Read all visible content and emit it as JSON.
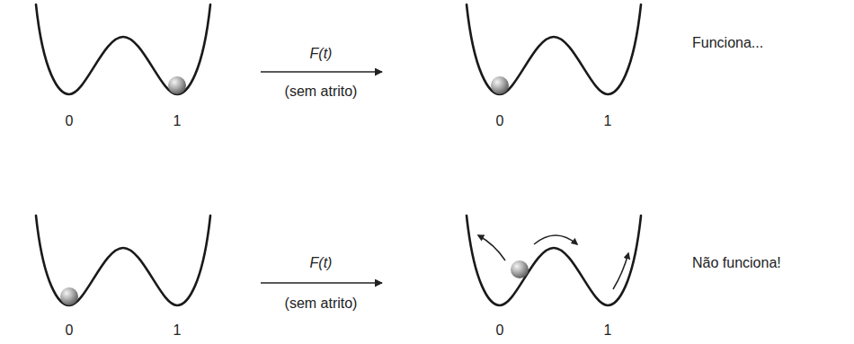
{
  "diagram": {
    "labels": [
      "F(t)",
      "(sem atrito)",
      "0",
      "1",
      "0",
      "1",
      "Funciona...",
      "F(t)",
      "(sem atrito)",
      "0",
      "1",
      "0",
      "1",
      "Não funciona!"
    ]
  }
}
